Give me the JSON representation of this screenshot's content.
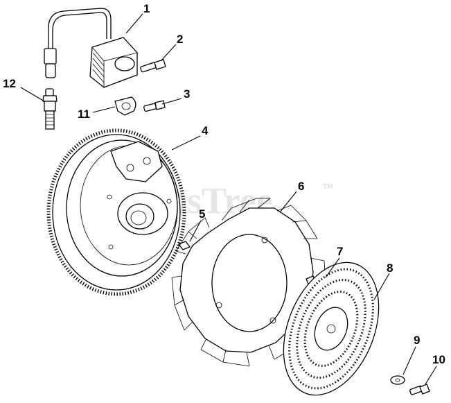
{
  "watermark": {
    "text": "PartsTree",
    "trademark": "TM"
  },
  "callouts": [
    {
      "label": "1"
    },
    {
      "label": "2"
    },
    {
      "label": "3"
    },
    {
      "label": "4"
    },
    {
      "label": "5"
    },
    {
      "label": "6"
    },
    {
      "label": "7"
    },
    {
      "label": "8"
    },
    {
      "label": "9"
    },
    {
      "label": "10"
    },
    {
      "label": "11"
    },
    {
      "label": "12"
    }
  ]
}
